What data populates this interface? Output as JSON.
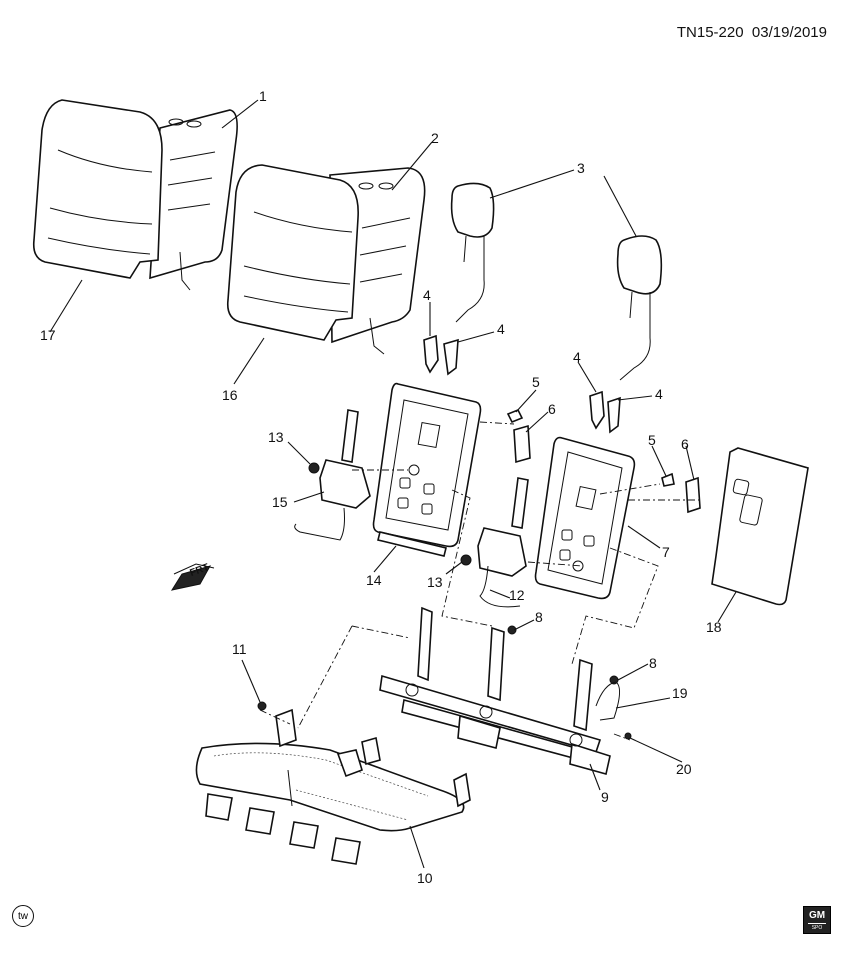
{
  "header": {
    "code": "TN15-220",
    "date": "03/19/2019"
  },
  "refs": [
    "1",
    "2",
    "3",
    "4",
    "4",
    "4",
    "4",
    "5",
    "5",
    "6",
    "6",
    "7",
    "8",
    "8",
    "9",
    "10",
    "11",
    "12",
    "13",
    "13",
    "14",
    "15",
    "16",
    "17",
    "18",
    "19",
    "20"
  ],
  "direction_label": "FRT",
  "footer": {
    "badge": "tw",
    "logo_text": "GM",
    "logo_sub": "SPO"
  }
}
